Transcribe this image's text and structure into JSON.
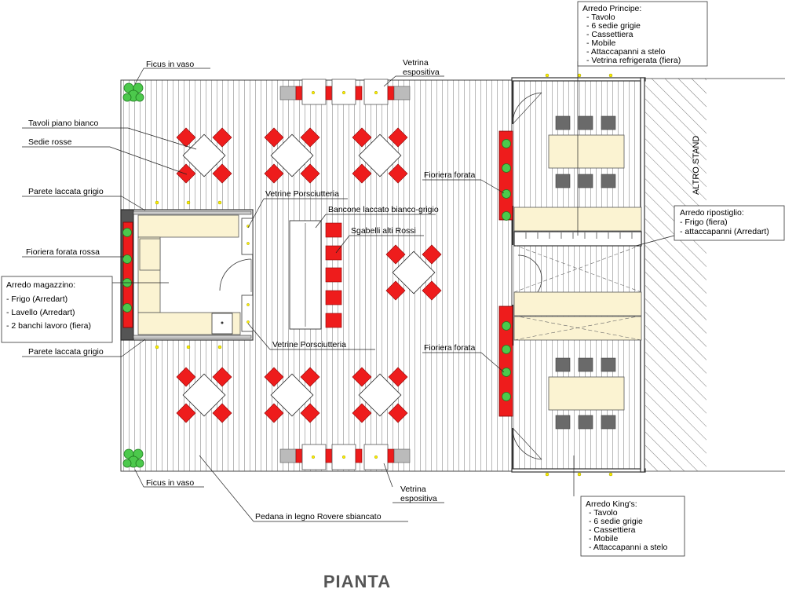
{
  "title": "PIANTA",
  "labels": {
    "ficus_top": "Ficus in vaso",
    "ficus_bottom": "Ficus in vaso",
    "vetrina_top_1": "Vetrina",
    "vetrina_top_2": "espositiva",
    "vetrina_bottom_1": "Vetrina",
    "vetrina_bottom_2": "espositiva",
    "tavoli": "Tavoli piano bianco",
    "sedie": "Sedie rosse",
    "parete_top": "Parete laccata grigio",
    "parete_bottom": "Parete laccata grigio",
    "vetrine_porsc_top": "Vetrine Porsciutteria",
    "vetrine_porsc_bottom": "Vetrine Porsciutteria",
    "bancone": "Bancone laccato bianco-grigio",
    "sgabelli": "Sgabelli alti Rossi",
    "fioriera_rossa": "Fioriera forata rossa",
    "fioriera_top": "Fioriera forata",
    "fioriera_bottom": "Fioriera forata",
    "pedana": "Pedana in legno Rovere sbiancato",
    "altro_stand": "ALTRO STAND"
  },
  "boxes": {
    "principe": {
      "title": "Arredo Principe:",
      "items": [
        "- Tavolo",
        "- 6 sedie grigie",
        "- Cassettiera",
        "- Mobile",
        "- Attaccapanni a stelo",
        "- Vetrina refrigerata (fiera)"
      ]
    },
    "magazzino": {
      "title": "Arredo magazzino:",
      "items": [
        "- Frigo (Arredart)",
        "- Lavello (Arredart)",
        "- 2 banchi lavoro (fiera)"
      ]
    },
    "ripostiglio": {
      "title": "Arredo ripostiglio:",
      "items": [
        "- Frigo (fiera)",
        "- attaccapanni (Arredart)"
      ]
    },
    "kings": {
      "title": "Arredo King's:",
      "items": [
        "- Tavolo",
        "- 6 sedie grigie",
        "- Cassettiera",
        "- Mobile",
        "- Attaccapanni a stelo"
      ]
    }
  },
  "colors": {
    "chairs": "#ee1c1c",
    "plants": "#4cc94c",
    "counters": "#fbf3d2",
    "office_chairs": "#6a6a6a",
    "lamps": "#ffee00"
  }
}
